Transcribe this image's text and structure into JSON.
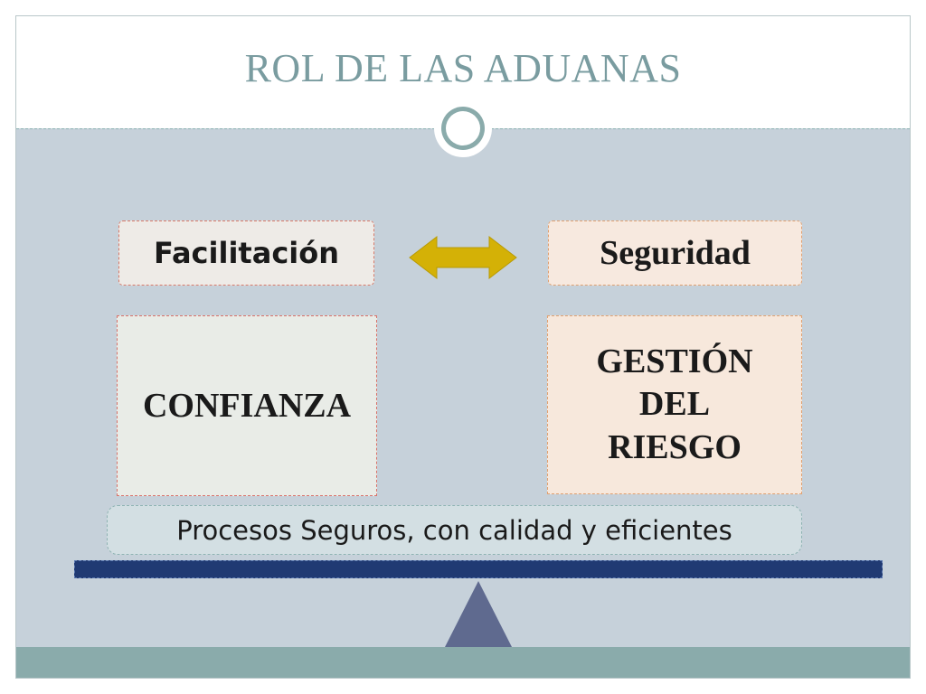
{
  "slide": {
    "title": "ROL DE LAS ADUANAS"
  },
  "diagram": {
    "left_top": "Facilitación",
    "right_top": "Seguridad",
    "left_bottom": "CONFIANZA",
    "right_bottom_lines": [
      "GESTIÓN",
      "DEL",
      "RIESGO"
    ],
    "base": "Procesos Seguros, con calidad y eficientes"
  },
  "icons": {
    "connector": "double-headed-arrow-icon",
    "fulcrum": "triangle-fulcrum-icon",
    "ornament": "circle-ornament-icon"
  },
  "colors": {
    "title": "#7a9ca0",
    "content_background": "#c6d1da",
    "accent_teal": "#8aabab",
    "arrow": "#d4b106",
    "beam": "#203a73",
    "fulcrum": "#5f6a8f"
  }
}
